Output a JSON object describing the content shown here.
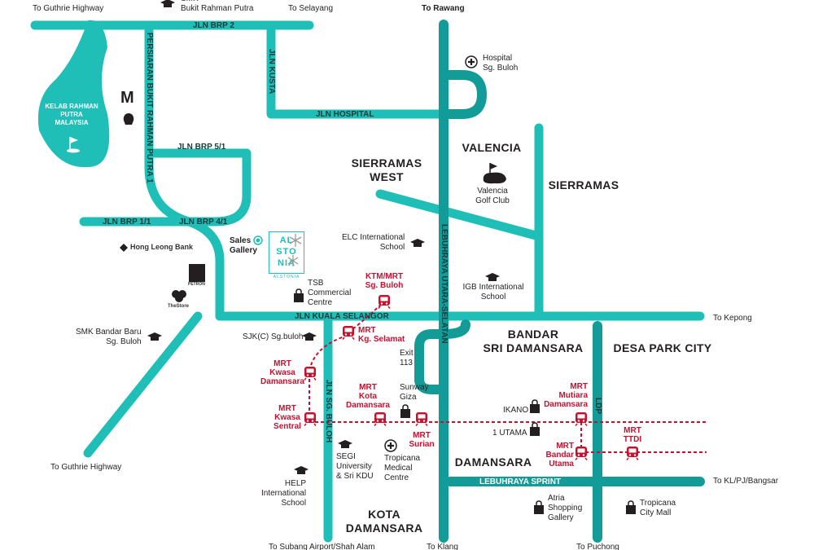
{
  "destinations": {
    "guthrie_top": "To Guthrie Highway",
    "selayang": "To Selayang",
    "rawang": "To Rawang",
    "kepong": "To Kepong",
    "guthrie_bottom": "To Guthrie Highway",
    "kl_pj_bangsar": "To KL/PJ/Bangsar",
    "subang": "To Subang Airport/Shah Alam",
    "klang": "To Klang",
    "puchong": "To Puchong"
  },
  "roads": {
    "brp2": "JLN BRP 2",
    "kusta": "JLN KUSTA",
    "hospital": "JLN HOSPITAL",
    "bukit_rahman_putra": "PERSIARAN BUKIT RAHMAN PUTRA 1",
    "brp5": "JLN BRP 5/1",
    "brp1": "JLN BRP 1/1",
    "brp4": "JLN BRP 4/1",
    "kuala_selangor": "JLN KUALA SELANGOR",
    "plus": "LEBUHRAYA UTARA-SELATAN",
    "sg_buloh": "JLN SG. BULOH",
    "ldp": "LDP",
    "sprint": "LEBUHRAYA SPRINT"
  },
  "areas": {
    "valencia": "VALENCIA",
    "sierramas_west": "SIERRAMAS\nWEST",
    "sierramas": "SIERRAMAS",
    "bandar_sri_damansara": "BANDAR\nSRI DAMANSARA",
    "desa_park_city": "DESA PARK CITY",
    "damansara": "DAMANSARA",
    "kota_damansara": "KOTA\nDAMANSARA"
  },
  "landmarks": {
    "bukit_rahman_putra": "SMK\nBukit Rahman Putra",
    "hospital": "Hospital\nSg. Buloh",
    "golf_club_rahman": "KELAB RAHMAN\nPUTRA\nMALAYSIA",
    "valencia_golf": "Valencia\nGolf Club",
    "sales_gallery": "Sales\nGallery",
    "elc": "ELC International\nSchool",
    "tsb": "TSB\nCommercial\nCentre",
    "igb": "IGB International\nSchool",
    "smk_bandar_baru": "SMK Bandar Baru\nSg. Buloh",
    "sjk": "SJK(C) Sg.buloh",
    "exit": "Exit\n113",
    "sunway_giza": "Sunway\nGiza",
    "ikano": "IKANO",
    "one_utama": "1 UTAMA",
    "segi": "SEGI\nUniversity\n& Sri KDU",
    "tropicana_medical": "Tropicana\nMedical\nCentre",
    "help": "HELP\nInternational\nSchool",
    "atria": "Atria\nShopping\nGallery",
    "tropicana_city": "Tropicana\nCity Mall"
  },
  "brands": {
    "hong_leong": "Hong Leong Bank",
    "petron": "PETRON",
    "the_store": "TheStore"
  },
  "project_logo": {
    "letters": "AL\nSTO\nNIA",
    "name": "ALSTONIA"
  },
  "stations": {
    "ktm_sg_buloh": "KTM/MRT\nSg. Buloh",
    "kg_selamat": "MRT\nKg. Selamat",
    "kwasa_damansara": "MRT\nKwasa\nDamansara",
    "kwasa_sentral": "MRT\nKwasa\nSentral",
    "kota_damansara": "MRT\nKota\nDamansara",
    "surian": "MRT\nSurian",
    "mutiara_damansara": "MRT\nMutiara\nDamansara",
    "bandar_utama": "MRT\nBandar\nUtama",
    "ttdi": "MRT\nTTDI"
  },
  "colors": {
    "road": "#1fbfb8",
    "highway": "#139c97",
    "mrt_line": "#c8102e",
    "golf_course": "#1fbfb8"
  }
}
